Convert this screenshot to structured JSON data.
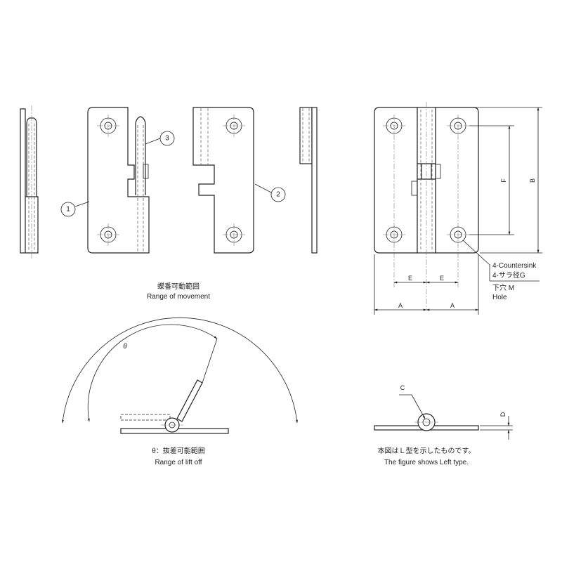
{
  "callouts": {
    "part1": "1",
    "part2": "2",
    "part3": "3"
  },
  "dimensions": {
    "A": "A",
    "E": "E",
    "F": "F",
    "B": "B",
    "C": "C",
    "D": "D"
  },
  "hole_note": {
    "line1": "4-Countersink",
    "line2": "4-サラ径G",
    "line3": "下穴 M",
    "line4": "Hole"
  },
  "movement": {
    "title_jp": "蝶番可動範囲",
    "title_en": "Range of movement",
    "theta": "θ",
    "lift_jp": "θ：抜差可能範囲",
    "lift_en": "Range of lift off"
  },
  "note": {
    "jp": "本図はＬ型を示したものです。",
    "en": "The figure shows Left type."
  }
}
